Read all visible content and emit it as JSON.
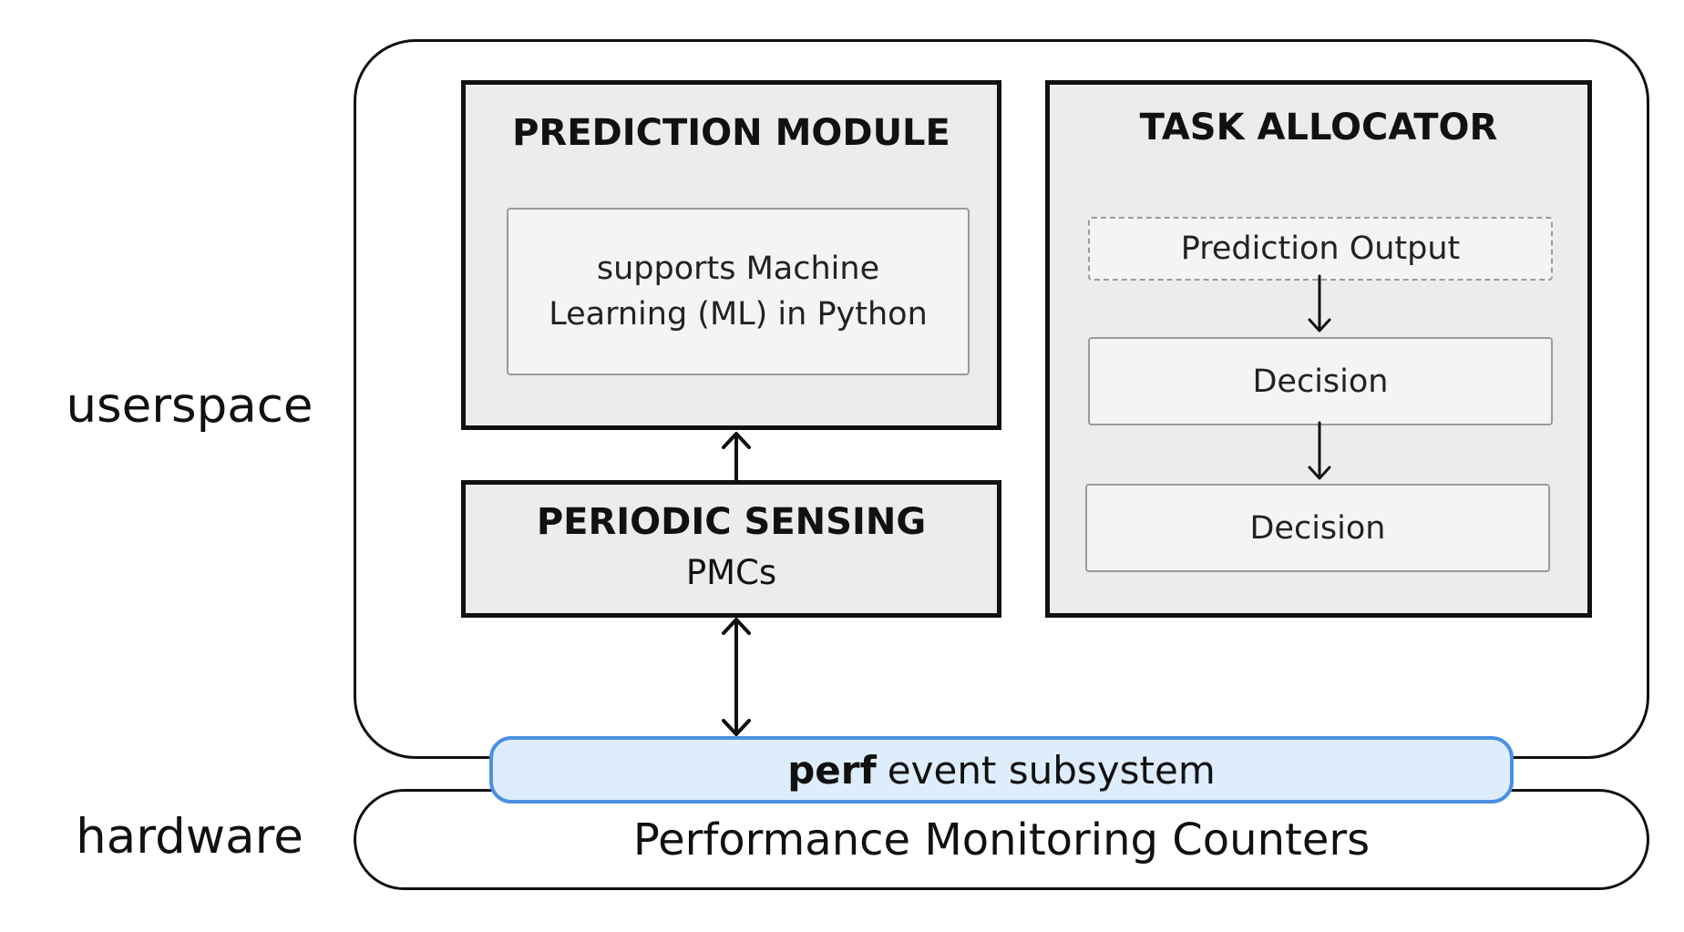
{
  "layers": {
    "userspace_label": "userspace",
    "hardware_label": "hardware"
  },
  "prediction_module": {
    "title": "PREDICTION MODULE",
    "description": "supports Machine Learning (ML) in Python"
  },
  "periodic_sensing": {
    "title": "PERIODIC SENSING",
    "subtitle": "PMCs"
  },
  "task_allocator": {
    "title": "TASK ALLOCATOR",
    "steps": [
      "Prediction Output",
      "Decision",
      "Decision"
    ]
  },
  "perf_subsystem": {
    "bold": "perf",
    "text": "event subsystem"
  },
  "hardware": {
    "title": "Performance Monitoring Counters"
  },
  "colors": {
    "module_fill": "#ececec",
    "perf_fill": "#deedfb",
    "perf_border": "#4a90e2"
  }
}
